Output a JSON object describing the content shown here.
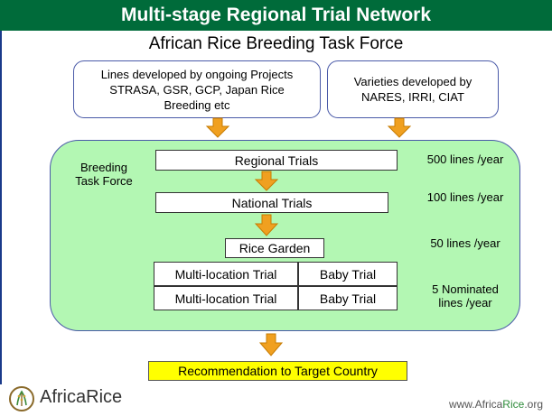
{
  "title": "Multi-stage Regional Trial Network",
  "subtitle": "African Rice Breeding Task Force",
  "sources": {
    "projects": [
      "Lines developed by ongoing Projects",
      "STRASA,  GSR, GCP, Japan Rice",
      "Breeding etc"
    ],
    "varieties": [
      "Varieties developed by",
      "NARES, IRRI, CIAT"
    ]
  },
  "task_force_label": [
    "Breeding",
    "Task Force"
  ],
  "stages": {
    "regional": "Regional Trials",
    "national": "National Trials",
    "garden": "Rice Garden",
    "multi_location": "Multi-location Trial",
    "baby": "Baby Trial"
  },
  "rates": {
    "regional": "500 lines /year",
    "national": "100 lines /year",
    "garden": "50 lines /year",
    "nominated": [
      "5 Nominated",
      "lines /year"
    ]
  },
  "recommendation": "Recommendation to Target Country",
  "logo_text": "AfricaRice",
  "url_prefix": "www.Africa",
  "url_highlight": "Rice",
  "url_suffix": ".org",
  "colors": {
    "banner": "#006b3a",
    "panel": "#b3f7b3",
    "arrow": "#f0a020",
    "recommendation": "#ffff00",
    "box_border": "#4a5aa8"
  }
}
